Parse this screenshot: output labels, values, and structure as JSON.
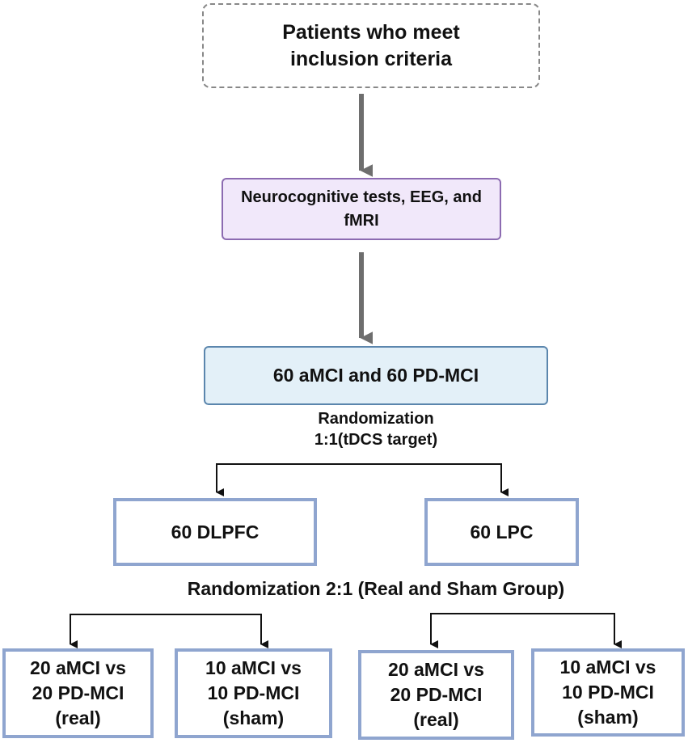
{
  "nodes": {
    "inclusion": "Patients who meet\ninclusion criteria",
    "tests": "Neurocognitive tests, EEG, and\nfMRI",
    "cohort": "60 aMCI and 60 PD-MCI",
    "dlpfc": "60 DLPFC",
    "lpc": "60 LPC",
    "dlpfc_real": "20 aMCI vs\n20  PD-MCI\n(real)",
    "dlpfc_sham": "10 aMCI vs\n10 PD-MCI\n(sham)",
    "lpc_real": "20 aMCI vs\n20 PD-MCI\n(real)",
    "lpc_sham": "10 aMCI vs\n10 PD-MCI\n(sham)"
  },
  "labels": {
    "randomization_1": "Randomization\n1:1(tDCS target)",
    "randomization_2": "Randomization 2:1 (Real and Sham Group)"
  },
  "colors": {
    "tests_fill": "#f1e8fa",
    "tests_border": "#8c6bb1",
    "cohort_fill": "#e3f0f8",
    "cohort_border": "#5b86ad",
    "group_border": "#8fa5cf",
    "arrow_gray": "#6e6e6e"
  }
}
